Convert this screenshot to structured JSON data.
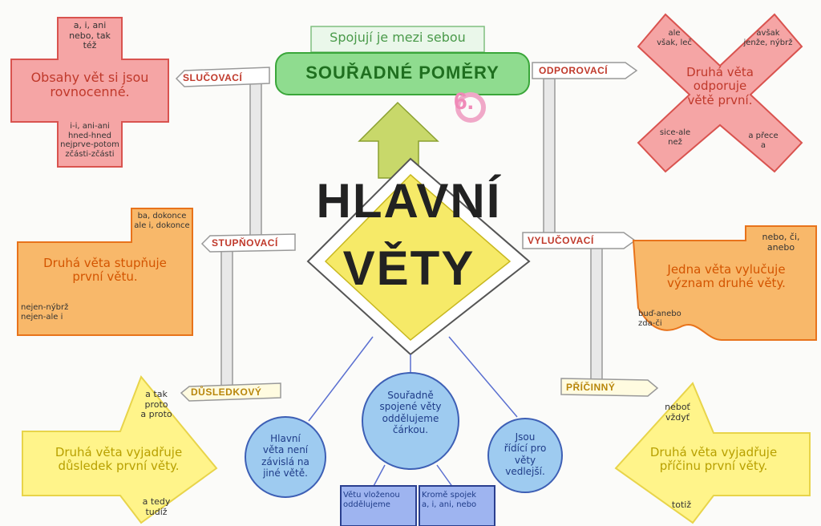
{
  "header": {
    "top_note": "Spojují je mezi sebou",
    "banner": "SOUŘADNÉ POMĚRY",
    "grade_mark": "6."
  },
  "center": {
    "line1": "HLAVNÍ",
    "line2": "VĚTY"
  },
  "signs": {
    "slucovaci": "SLUČOVACÍ",
    "odporovaci": "ODPOROVACÍ",
    "stupnovaci": "STUPŇOVACÍ",
    "vylucovaci": "VYLUČOVACÍ",
    "dusledkovy": "DŮSLEDKOVÝ",
    "pricinny": "PŘÍČINNÝ"
  },
  "slucovaci_card": {
    "top": "a, i, ani\nnebo, tak\ntéž",
    "main": "Obsahy vět si jsou\nrovnocenné.",
    "bottom": "i-i, ani-ani\nhned-hned\nnejprve-potom\nzčásti-zčásti"
  },
  "odporovaci_card": {
    "top_left": "ale\nvšak, leč",
    "top_right": "avšak\njenže, nýbrž",
    "main": "Druhá věta\nodporuje\nvětě první.",
    "bottom_left": "sice-ale\nnež",
    "bottom_right": "a přece\na"
  },
  "stupnovaci_card": {
    "top": "ba, dokonce\nale i, dokonce",
    "main": "Druhá věta stupňuje\nprvní větu.",
    "bottom": "nejen-nýbrž\nnejen-ale i"
  },
  "vylucovaci_card": {
    "top": "nebo, či,\nanebo",
    "main": "Jedna věta vylučuje\nvýznam druhé věty.",
    "bottom": "buď-anebo\nzda-či"
  },
  "dusledkovy_card": {
    "top": "a tak\nproto\na proto",
    "main": "Druhá věta vyjadřuje\ndůsledek první věty.",
    "bottom": "a tedy\ntudíž"
  },
  "pricinny_card": {
    "top": "neboť\nvždyť",
    "main": "Druhá věta vyjadřuje\npříčinu první věty.",
    "bottom": "totiž"
  },
  "circles": {
    "left": "Hlavní\nvěta není\nzávislá na\njiné větě.",
    "middle": "Souřadně\nspojené věty\noddělujeme\nčárkou.",
    "right": "Jsou\nřídící pro\nvěty\nvedlejší."
  },
  "bottom_boxes": {
    "left": "Větu vloženou\noddělujeme",
    "right": "Kromě spojek\na, i, ani, nebo"
  },
  "colors": {
    "red": "#f08a8a",
    "red_border": "#d9534f",
    "orange": "#f6a24a",
    "orange_border": "#e8731b",
    "yellow": "#fff48a",
    "yellow_border": "#e8d44a",
    "green": "#8fdc8f",
    "blue": "#9ecbf0",
    "blue_border": "#3d5fb5"
  }
}
